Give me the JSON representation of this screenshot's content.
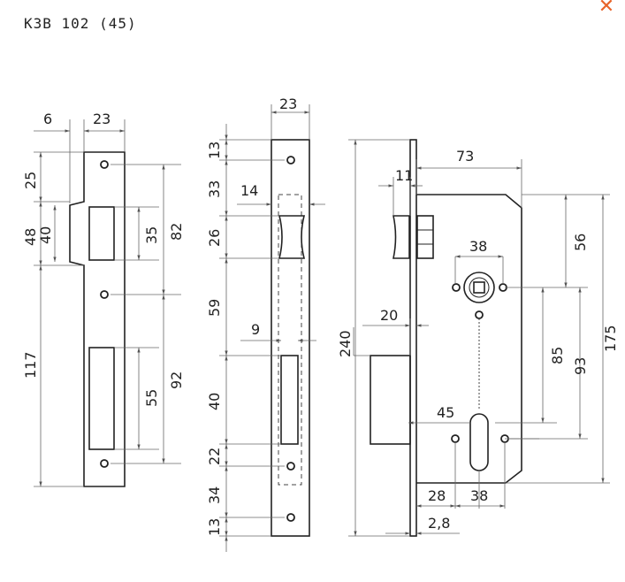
{
  "header": {
    "title": "КЗВ 102 (45)",
    "close_icon": "close-icon",
    "accent_color": "#e8642a"
  },
  "drawing": {
    "strike_plate": {
      "top": [
        "6",
        "23"
      ],
      "left": [
        "25",
        "48",
        "40",
        "117"
      ],
      "right": [
        "35",
        "82",
        "55",
        "92"
      ]
    },
    "faceplate": {
      "top": "23",
      "left": [
        "13",
        "33",
        "26",
        "59",
        "40",
        "22",
        "34",
        "13"
      ],
      "inner": [
        "14",
        "9"
      ]
    },
    "lock_body": {
      "height": "240",
      "depth": "73",
      "bolt_offset": "11",
      "latch": "20",
      "spindle_spacing": "38",
      "cyl_bolt": "45",
      "right": [
        "56",
        "85",
        "93",
        "175"
      ],
      "bottom": [
        "28",
        "38",
        "2,8"
      ]
    }
  }
}
